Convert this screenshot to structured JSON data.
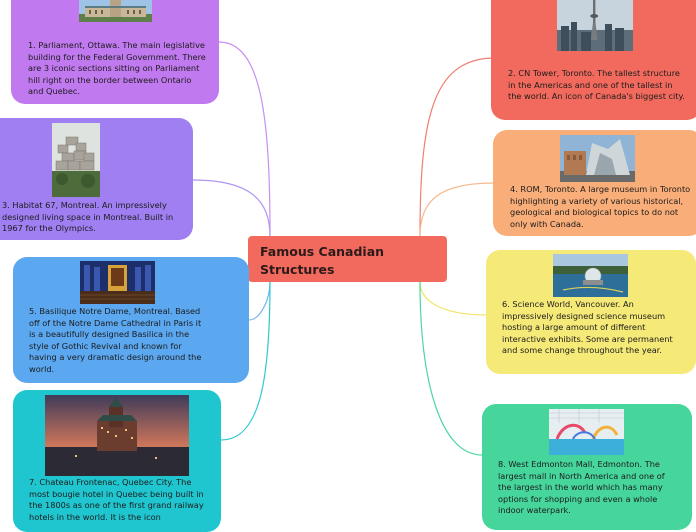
{
  "center": {
    "title": "Famous Canadian Structures",
    "color": "#f26a5d"
  },
  "topics": [
    {
      "id": "parliament",
      "color": "#c179ef",
      "link": "#c88ff0",
      "text": "1. Parliament, Ottawa. The main legislative building for the Federal Government.  There are 3 iconic sections sitting on Parliament hill right on the border between Ontario and Quebec."
    },
    {
      "id": "cn-tower",
      "color": "#f26a5d",
      "link": "#f07e72",
      "text": "2. CN Tower, Toronto. The tallest structure in the Americas and one of the tallest in the world. An icon of Canada's biggest city."
    },
    {
      "id": "habitat-67",
      "color": "#a07ff2",
      "link": "#b096f2",
      "text": "3. Habitat 67, Montreal. An impressively designed living space in Montreal. Built in 1967 for the Olympics."
    },
    {
      "id": "rom",
      "color": "#f9ae79",
      "link": "#f7b98d",
      "text": "4. ROM, Toronto. A large museum in Toronto highlighting a variety of various historical, geological and biological topics to do not only with Canada."
    },
    {
      "id": "notre-dame",
      "color": "#5ba7f0",
      "link": "#72b3f0",
      "text": "5. Basilique Notre Dame, Montreal. Based off of the Notre Dame Cathedral in Paris it is a beautifully designed Basilica in the style of Gothic Revival and known for having a very dramatic design around the world."
    },
    {
      "id": "science-world",
      "color": "#f5e978",
      "link": "#f2e46a",
      "text": "6. Science World, Vancouver. An impressively designed science museum hosting a large amount of different interactive exhibits. Some are permanent and some change throughout the year."
    },
    {
      "id": "frontenac",
      "color": "#20c6cf",
      "link": "#2bc9d0",
      "text": "7. Chateau Frontenac, Quebec City. The most bougie hotel in Quebec being built in the 1800s as one of the first grand railway hotels in the world. It is the icon"
    },
    {
      "id": "west-edmonton",
      "color": "#46d69c",
      "link": "#4dd79f",
      "text": "8. West Edmonton Mall, Edmonton. The largest mall in North America and one of the largest in the world which has many options for shopping and even a whole indoor waterpark."
    }
  ]
}
